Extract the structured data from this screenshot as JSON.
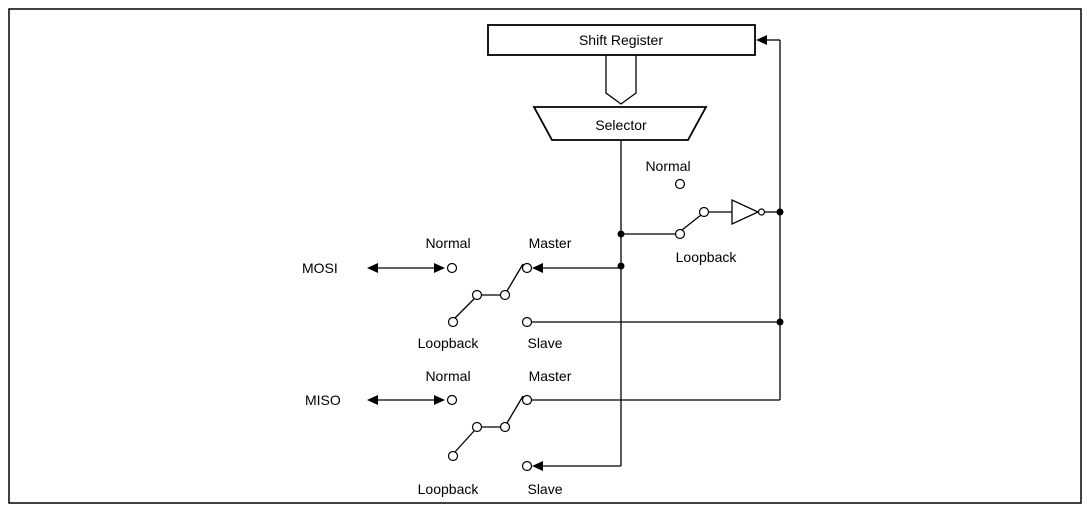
{
  "blocks": {
    "shift_register": "Shift Register",
    "selector": "Selector"
  },
  "loopback_switch": {
    "normal_label": "Normal",
    "loopback_label": "Loopback"
  },
  "mosi": {
    "signal": "MOSI",
    "normal_label": "Normal",
    "loopback_label": "Loopback",
    "master_label": "Master",
    "slave_label": "Slave"
  },
  "miso": {
    "signal": "MISO",
    "normal_label": "Normal",
    "loopback_label": "Loopback",
    "master_label": "Master",
    "slave_label": "Slave"
  }
}
